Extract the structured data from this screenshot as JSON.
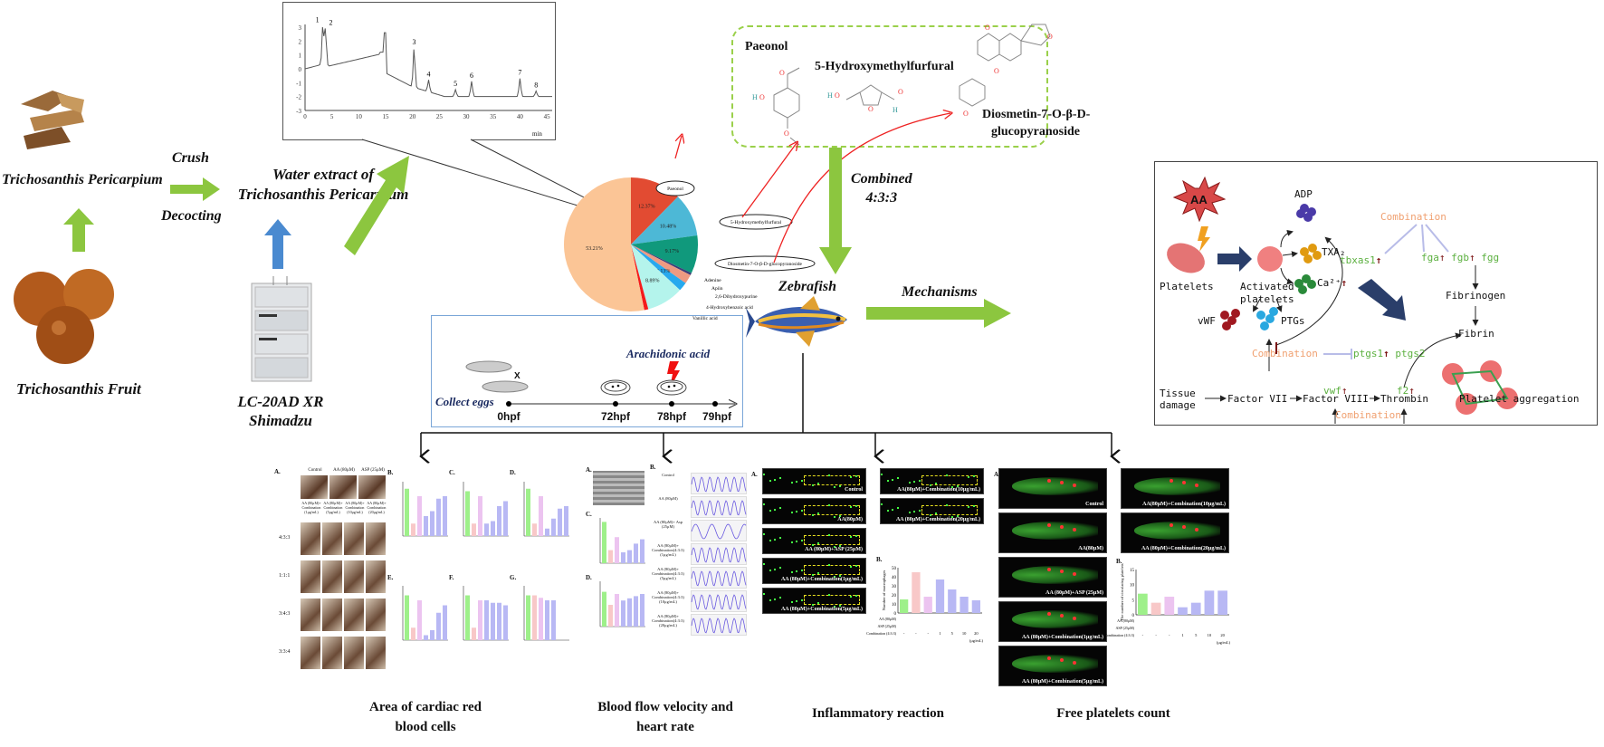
{
  "left": {
    "pericarpium_label": "Trichosanthis Pericarpium",
    "fruit_label": "Trichosanthis Fruit",
    "crush": "Crush",
    "decocting": "Decocting",
    "extract_line1": "Water extract of",
    "extract_line2": "Trichosanthis Pericarpium",
    "instrument_line1": "LC-20AD XR",
    "instrument_line2": "Shimadzu"
  },
  "chromatogram": {
    "x_ticks": [
      "0",
      "5",
      "10",
      "15",
      "20",
      "25",
      "30",
      "35",
      "40",
      "45"
    ],
    "x_unit": "min",
    "y_ticks": [
      "3",
      "2",
      "1",
      "0",
      "-1",
      "-2",
      "-3"
    ],
    "peaks": [
      {
        "label": "1",
        "time": 3.3,
        "height": 3.1
      },
      {
        "label": "2",
        "time": 3.8,
        "height": 2.9
      },
      {
        "label": "3",
        "time": 20.3,
        "height": 1.5
      },
      {
        "label": "4",
        "time": 23.0,
        "height": -0.8
      },
      {
        "label": "5",
        "time": 28.0,
        "height": -1.5
      },
      {
        "label": "6",
        "time": 31.0,
        "height": -0.9
      },
      {
        "label": "7",
        "time": 40.0,
        "height": -0.7
      },
      {
        "label": "8",
        "time": 43.0,
        "height": -1.6
      }
    ]
  },
  "pie": {
    "slices": [
      {
        "name": "Paeonol",
        "value": 12.37,
        "label": "12.37%",
        "color": "#e24b32"
      },
      {
        "name": "5-Hydroxymethylfurfural",
        "value": 10.48,
        "label": "10.48%",
        "color": "#4db8d6"
      },
      {
        "name": "Diosmetin-7-O-β-D-glucopyranoside",
        "value": 9.17,
        "label": "9.17%",
        "color": "#10997c"
      },
      {
        "name": "Adenine",
        "value": 0.55,
        "color": "#3b3f7a"
      },
      {
        "name": "Apiin",
        "value": 2.22,
        "color": "#ee9a82"
      },
      {
        "name": "2,6-Dihydroxypurine",
        "value": 2.13,
        "label": "2.13%",
        "color": "#27a9ee"
      },
      {
        "name": "4-Hydroxybenzoic acid",
        "value": 8.89,
        "label": "8.89%",
        "color": "#b4f4ec"
      },
      {
        "name": "Vanillic acid",
        "value": 0.98,
        "label": "0.98%",
        "color": "#f41b1b"
      },
      {
        "name": "",
        "value": 53.21,
        "label": "53.21%",
        "color": "#fbc596"
      }
    ]
  },
  "compounds": {
    "paeonol": "Paeonol",
    "hmf": "5-Hydroxymethylfurfural",
    "diosmetin_line1": "Diosmetin-7-O-β-D-",
    "diosmetin_line2": "glucopyranoside"
  },
  "flow": {
    "combined_line1": "Combined",
    "combined_line2": "4:3:3",
    "zebrafish": "Zebrafish",
    "mechanisms": "Mechanisms"
  },
  "timeline": {
    "arachidonic": "Arachidonic acid",
    "collect": "Collect eggs",
    "cross": "X",
    "points": [
      "0hpf",
      "72hpf",
      "78hpf",
      "79hpf"
    ]
  },
  "mechanism": {
    "aa": "AA",
    "platelets": "Platelets",
    "activated_1": "Activated",
    "activated_2": "platelets",
    "adp": "ADP",
    "txa2": "TXA₂",
    "ca": "Ca²⁺",
    "vwf_cell": "vWF",
    "ptgs": "PTGs",
    "combination": "Combination",
    "ptgs1": "ptgs1",
    "ptgs2": "ptgs2",
    "tbxas1": "tbxas1",
    "fga": "fga",
    "fgb": "fgb",
    "fgg": "fgg",
    "fibrinogen": "Fibrinogen",
    "fibrin": "Fibrin",
    "tissue_1": "Tissue",
    "tissue_2": "damage",
    "factor7": "Factor VII",
    "factor8": "Factor VIII",
    "thrombin": "Thrombin",
    "vwf_gene": "vwf",
    "f2": "f2",
    "aggregation": "Platelet aggregation",
    "colors": {
      "combination": "#f0a070",
      "gene": "#5cb040",
      "up_arrow": "#7a1010",
      "inhibit": "#b8bce8"
    }
  },
  "results": {
    "cardiac": {
      "title_1": "Area of cardiac red",
      "title_2": "blood cells",
      "panel_a": "A.",
      "panel_b": "B.",
      "panel_c": "C.",
      "panel_d": "D.",
      "panel_e": "E.",
      "panel_f": "F.",
      "panel_g": "G.",
      "columns": [
        "Control",
        "AA (80μM)",
        "ASP (25μM)"
      ],
      "combo_columns": [
        "AA (80μM)+ Combination (1μg/mL)",
        "AA (80μM)+ Combination (5μg/mL)",
        "AA (80μM)+ Combination (10μg/mL)",
        "AA (80μM)+ Combination (20μg/mL)"
      ],
      "ratios": [
        "4:3:3",
        "1:1:1",
        "3:4:3",
        "3:3:4"
      ]
    },
    "blood": {
      "title_1": "Blood flow velocity and",
      "title_2": "heart rate",
      "panel_a": "A.",
      "panel_b": "B.",
      "panel_c": "C.",
      "panel_d": "D.",
      "rows": [
        "Control",
        "AA (80μM)",
        "AA (80μM)+ Asp (25μM)",
        "AA (80μM)+ Combination(4:3:3) (1μg/mL)",
        "AA (80μM)+ Combination(4:3:3) (5μg/mL)",
        "AA (80μM)+ Combination(4:3:3) (10μg/mL)",
        "AA (80μM)+ Combination(4:3:3) (20μg/mL)"
      ]
    },
    "inflammation": {
      "title": "Inflammatory reaction",
      "panel_a": "A.",
      "panel_b": "B.",
      "images": [
        "Control",
        "AA(80μM)",
        "AA (80μM)+ASP (25μM)",
        "AA (80μM)+Combination(1μg/mL)",
        "AA (80μM)+Combination(5μg/mL)",
        "AA(80μM)+Combination(10μg/mL)",
        "AA (80μM)+Combination(20μg/mL)"
      ],
      "chart": {
        "ylabel": "Number of macrophages",
        "ylim": [
          0,
          50
        ],
        "yticks": [
          "0",
          "10",
          "20",
          "30",
          "40",
          "50"
        ],
        "values": [
          15,
          45,
          18,
          37,
          26,
          18,
          14
        ],
        "colors": [
          "#9ef08a",
          "#f8c8c8",
          "#ecc4f0",
          "#b8b8f4",
          "#b8b8f4",
          "#b8b8f4",
          "#b8b8f4"
        ],
        "row_labels": [
          "AA (80μM)",
          "ASP (25μM)",
          "Combination (4:3:3)"
        ],
        "combo_doses": [
          "-",
          "-",
          "-",
          "1",
          "5",
          "10",
          "20"
        ],
        "unit": "(μg/mL)"
      }
    },
    "platelets": {
      "title": "Free platelets count",
      "panel_a": "A.",
      "panel_b": "B.",
      "images": [
        "Control",
        "AA(80μM)",
        "AA (80μM)+ASP (25μM)",
        "AA (80μM)+Combination(1μg/mL)",
        "AA (80μM)+Combination(5μg/mL)",
        "AA(80μM)+Combination(10μg/mL)",
        "AA (80μM)+Combination(20μg/mL)"
      ],
      "chart": {
        "ylabel": "The number of circulating platelets",
        "ylim": [
          0,
          15
        ],
        "yticks": [
          "0",
          "5",
          "10",
          "15"
        ],
        "values": [
          7,
          4,
          6,
          2.5,
          4,
          8,
          8
        ],
        "colors": [
          "#9ef08a",
          "#f8c8c8",
          "#ecc4f0",
          "#b8b8f4",
          "#b8b8f4",
          "#b8b8f4",
          "#b8b8f4"
        ],
        "row_labels": [
          "AA (80μM)",
          "ASP (25μM)",
          "Combination (4:3:3)"
        ],
        "combo_doses": [
          "-",
          "-",
          "-",
          "1",
          "5",
          "10",
          "20"
        ],
        "unit": "(μg/mL)"
      }
    }
  }
}
